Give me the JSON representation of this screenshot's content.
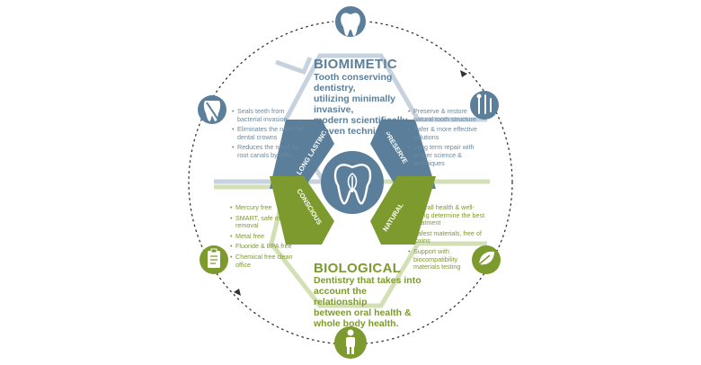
{
  "colors": {
    "blue": "#5b7f9a",
    "blue_light": "#c6d3de",
    "green": "#7d9a2e",
    "green_light": "#d3dfb4",
    "dots": "#333333"
  },
  "biomimetic": {
    "title": "BIOMIMETIC",
    "subtitle": [
      "Tooth conserving dentistry,",
      "utilizing minimally invasive,",
      "modern scientifically",
      "proven techniques."
    ]
  },
  "biological": {
    "title": "BIOLOGICAL",
    "subtitle": [
      "Dentistry that takes into",
      "account the relationship",
      "between oral health &",
      "whole body health."
    ]
  },
  "labels": {
    "long_lasting": "LONG LASTING",
    "preserve": "PRESERVE",
    "conscious": "CONSCIOUS",
    "natural": "NATURAL"
  },
  "bullets": {
    "long_lasting": [
      "Seals teeth from bacterial invasion",
      "Eliminates the need for dental crowns",
      "Reduces the need for root canals by 90%"
    ],
    "preserve": [
      "Preserve & restore natural tooth structure",
      "Safer & more effective solutions",
      "Long term repair with proper science & techniques"
    ],
    "conscious": [
      "Mercury free",
      "SMART, safe mercury removal",
      "Metal free",
      "Fluoride & BPA free",
      "Chemical free clean office"
    ],
    "natural": [
      "Overall health & well-being determine the best treatment",
      "Safest materials, free of toxins",
      "Support with biocompatibility materials testing"
    ]
  },
  "icons": {
    "top": "tooth-icon",
    "upper_right": "dental-tools-icon",
    "upper_left": "broken-tooth-icon",
    "lower_right": "leaf-icon",
    "bottom": "person-icon",
    "lower_left": "clipboard-icon",
    "center": "tooth-leaf-icon"
  }
}
